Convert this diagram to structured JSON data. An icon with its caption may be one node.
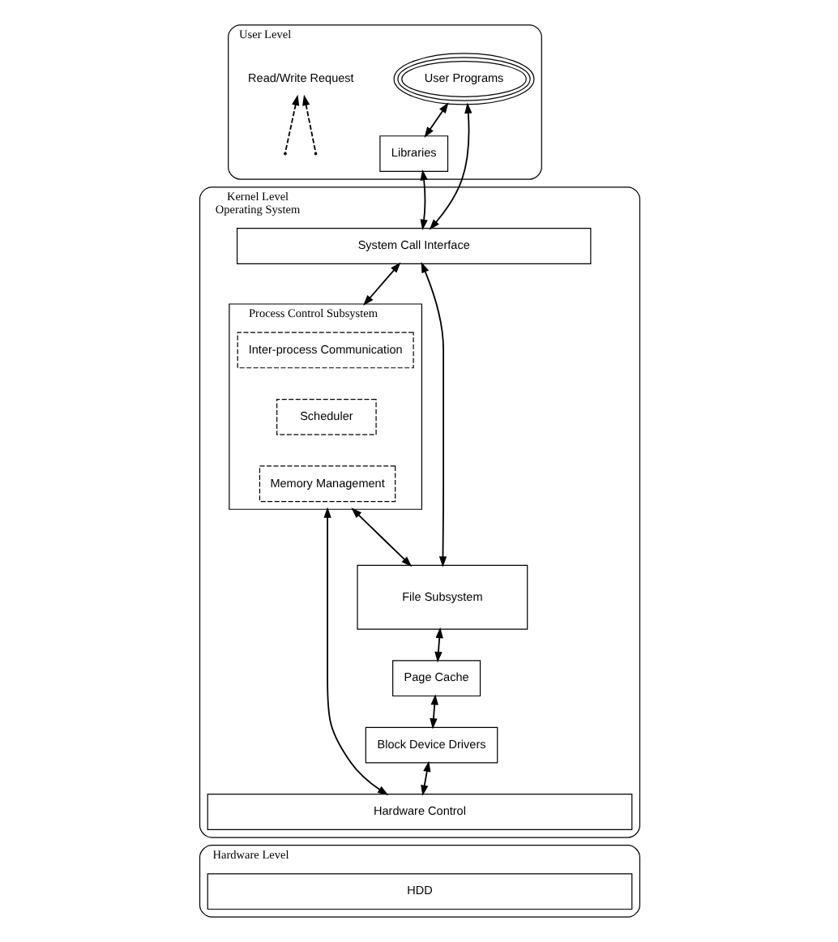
{
  "diagram": {
    "nodes": [
      {
        "text": [
          "User Level"
        ]
      },
      {
        "text": [
          "User Programs"
        ],
        "in": 0
      },
      {
        "text": [
          "Read/Write Request"
        ],
        "in": 0
      },
      {
        "text": [
          "Libraries"
        ],
        "in": 0
      },
      {
        "text": [
          "Kernel Level",
          "Operating System"
        ]
      },
      {
        "text": [
          "System Call Interface"
        ],
        "in": 4
      },
      {
        "text": [
          "Process Control Subsystem"
        ],
        "in": 4
      },
      {
        "text": [
          "Inter-process Communication"
        ],
        "in": 6
      },
      {
        "text": [
          "Scheduler"
        ],
        "in": 6
      },
      {
        "text": [
          "Memory Management"
        ],
        "in": 6
      },
      {
        "text": [
          "File Subsystem"
        ],
        "in": 4
      },
      {
        "text": [
          "Page Cache"
        ],
        "in": 4
      },
      {
        "text": [
          "Block Device Drivers"
        ],
        "in": 4
      },
      {
        "text": [
          "Hardware Control"
        ],
        "in": 4
      },
      {
        "text": [
          "Hardware Level"
        ]
      },
      {
        "text": [
          "HDD"
        ],
        "in": 14
      }
    ],
    "edges": [
      {
        "from": 1,
        "to": 3,
        "arrow": "both"
      },
      {
        "from": 1,
        "to": 5,
        "arrow": "both"
      },
      {
        "from": 3,
        "to": 5,
        "arrow": "both"
      },
      {
        "from": null,
        "to": 2,
        "arrow": "to",
        "style": "dashed"
      },
      {
        "from": null,
        "to": 2,
        "arrow": "to",
        "style": "dashed"
      },
      {
        "from": 5,
        "to": 6,
        "arrow": "both"
      },
      {
        "from": 5,
        "to": 10,
        "arrow": "both"
      },
      {
        "from": 6,
        "to": 10,
        "arrow": "both"
      },
      {
        "from": 10,
        "to": 11,
        "arrow": "both"
      },
      {
        "from": 11,
        "to": 12,
        "arrow": "both"
      },
      {
        "from": 6,
        "to": 13,
        "arrow": "both"
      },
      {
        "from": 12,
        "to": 13,
        "arrow": "both"
      }
    ]
  }
}
